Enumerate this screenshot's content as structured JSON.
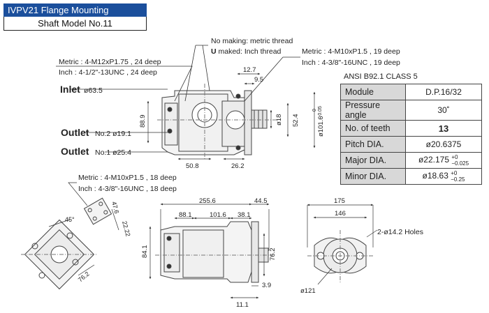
{
  "header": {
    "title": "IVPV21 Flange Mounting",
    "subtitle": "Shaft Model No.11"
  },
  "callouts": {
    "thread_note_1": "No making: metric thread",
    "thread_note_2_prefix": "U",
    "thread_note_2": " maked: Inch thread",
    "top_left_metric": "Metric : 4-M12xP1.75 , 24 deep",
    "top_left_inch": "Inch : 4-1/2\"-13UNC , 24 deep",
    "top_right_metric": "Metric : 4-M10xP1.5 , 19 deep",
    "top_right_inch": "Inch : 4-3/8\"-16UNC , 19 deep",
    "bottom_left_metric": "Metric : 4-M10xP1.5 , 18 deep",
    "bottom_left_inch": "Inch : 4-3/8\"-16UNC , 18 deep",
    "holes": "2-ø14.2 Holes"
  },
  "ports": {
    "inlet_label": "Inlet",
    "inlet_size": "ø63.5",
    "outlet2_label": "Outlet",
    "outlet2_size": "No.2 ø19.1",
    "outlet1_label": "Outlet",
    "outlet1_size": "No.1 ø25.4"
  },
  "dims": {
    "d12_7": "12.7",
    "d9_5": "9.5",
    "d88_9": "88.9",
    "d18": "ø18",
    "d52_4": "52.4",
    "d101_6": "ø101.6",
    "d101_6_tol_hi": "0",
    "d101_6_tol_lo": "-0.05",
    "d50_8": "50.8",
    "d26_2": "26.2",
    "d47_6": "47.6",
    "d22_22": "22.22",
    "d45": "45°",
    "d76_2a": "76.2",
    "d255_6": "255.6",
    "d44_5": "44.5",
    "d88_1": "88.1",
    "d101_6b": "101.6",
    "d38_1": "38.1",
    "d84_1": "84.1",
    "d76_2b": "76.2",
    "d3_9": "3.9",
    "d11_1": "11.1",
    "d175": "175",
    "d146": "146",
    "d121": "ø121"
  },
  "spline_table": {
    "standard": "ANSI  B92.1 CLASS 5",
    "rows": [
      {
        "label": "Module",
        "value": "D.P.16/32"
      },
      {
        "label": "Pressure angle",
        "value": "30˚"
      },
      {
        "label": "No. of teeth",
        "value": "13"
      },
      {
        "label": "Pitch DIA.",
        "value": "ø20.6375"
      },
      {
        "label": "Major DIA.",
        "value": "ø22.175",
        "tol_hi": "+0",
        "tol_lo": "−0.025"
      },
      {
        "label": "Minor DIA.",
        "value": "ø18.63",
        "tol_hi": "+0",
        "tol_lo": "−0.25"
      }
    ]
  },
  "colors": {
    "header_bg": "#1b4f9c",
    "header_text": "#ffffff",
    "table_label_bg": "#d8d8d8"
  }
}
